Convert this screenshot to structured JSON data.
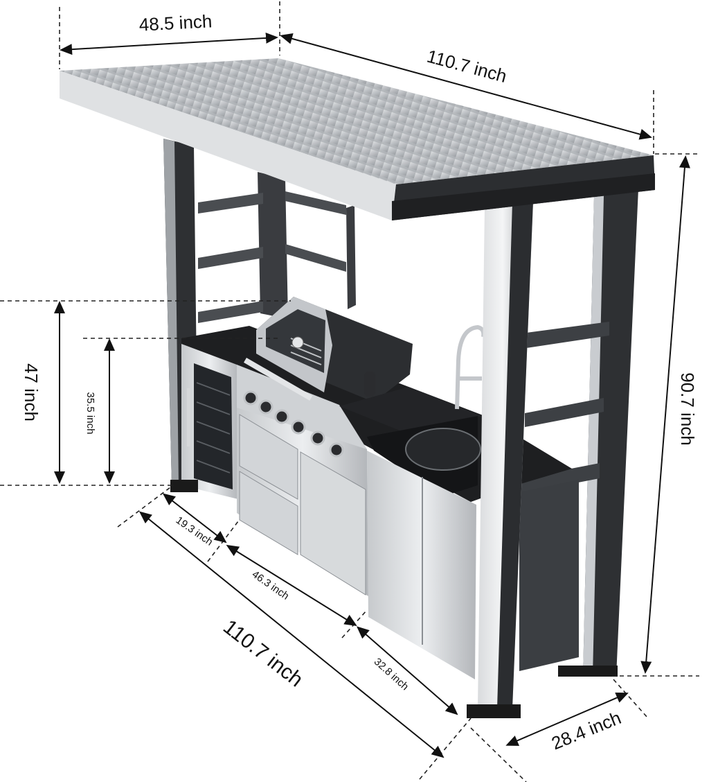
{
  "colors": {
    "roof_light": "#c9cccf",
    "roof_dark": "#8d9196",
    "frame_dark": "#2b2d30",
    "steel": "#b9bcc0",
    "steel_light": "#dfe1e3",
    "counter_black": "#1b1c1e",
    "wine_glass": "#23262a"
  },
  "dimensions": {
    "roof_depth": "48.5 inch",
    "roof_length": "110.7 inch",
    "total_height": "90.7 inch",
    "counter_height": "47 inch",
    "grill_height": "35.5 inch",
    "fridge_width": "19.3 inch",
    "grill_width": "46.3 inch",
    "sink_width": "32.8 inch",
    "base_length": "110.7 inch",
    "base_depth": "28.4 inch"
  },
  "icons": {
    "roof": "corrugated-roof-icon",
    "grill": "grill-icon",
    "faucet": "faucet-icon",
    "fridge": "wine-fridge-icon"
  }
}
